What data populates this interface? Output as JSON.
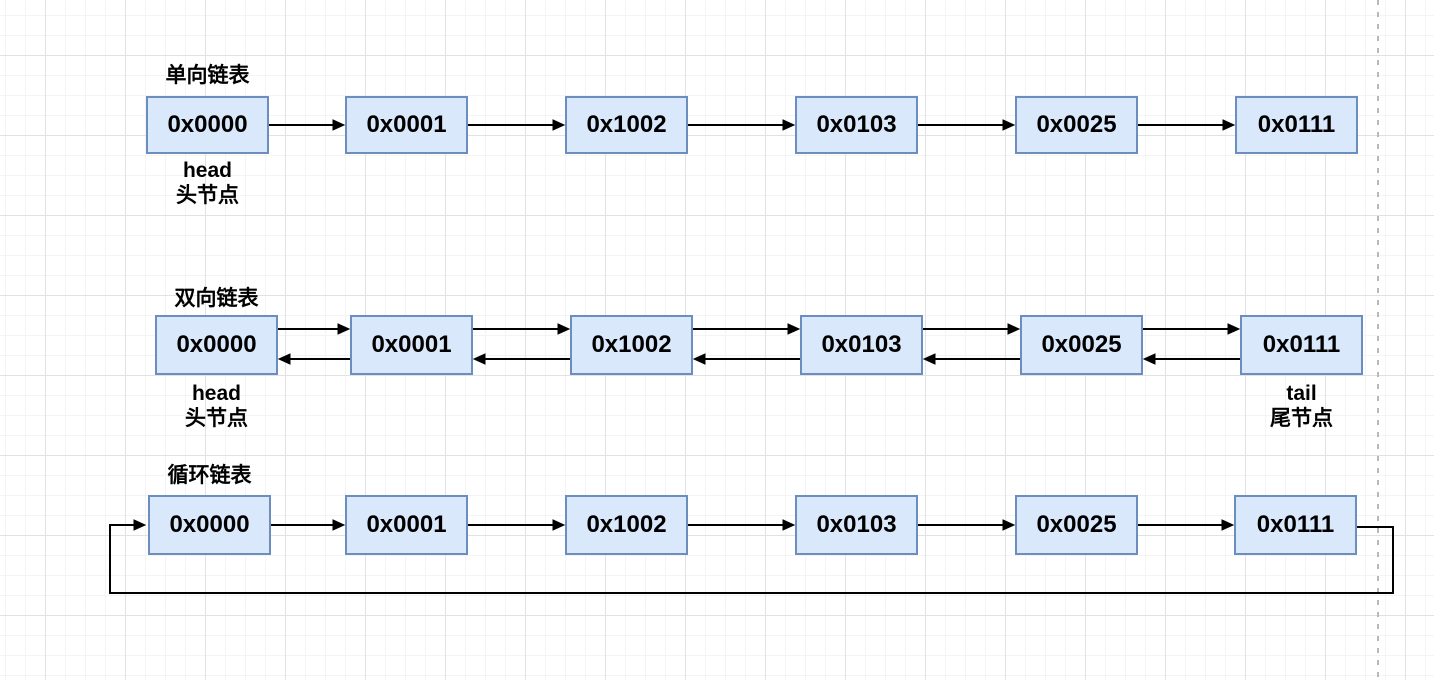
{
  "canvas": {
    "background": "#ffffff",
    "grid_minor_color": "#f4f4f4",
    "grid_major_color": "#e2e2e2",
    "page_break_color": "#b9b9b9",
    "arrow_color": "#000000"
  },
  "node_style": {
    "fill": "#dae8fc",
    "border": "#6c8ebf",
    "text_color": "#000000"
  },
  "sections": [
    {
      "id": "singly-linked-list",
      "title": "单向链表",
      "nodes": [
        "0x0000",
        "0x0001",
        "0x1002",
        "0x0103",
        "0x0025",
        "0x0111"
      ],
      "head": {
        "label": "head",
        "sublabel": "头节点"
      }
    },
    {
      "id": "doubly-linked-list",
      "title": "双向链表",
      "nodes": [
        "0x0000",
        "0x0001",
        "0x1002",
        "0x0103",
        "0x0025",
        "0x0111"
      ],
      "head": {
        "label": "head",
        "sublabel": "头节点"
      },
      "tail": {
        "label": "tail",
        "sublabel": "尾节点"
      }
    },
    {
      "id": "circular-linked-list",
      "title": "循环链表",
      "nodes": [
        "0x0000",
        "0x0001",
        "0x1002",
        "0x0103",
        "0x0025",
        "0x0111"
      ]
    }
  ]
}
